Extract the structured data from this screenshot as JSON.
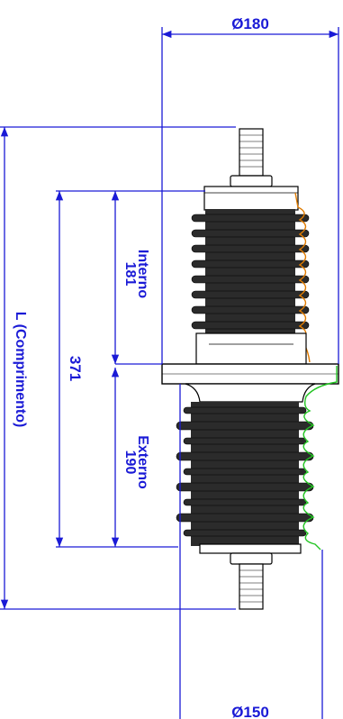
{
  "dimensions": {
    "top_diameter": "Ø180",
    "bottom_diameter": "Ø150",
    "overall_length": "L (Comprimento)",
    "total_span": "371",
    "internal_label": "Interno",
    "internal_value": "181",
    "external_label": "Externo",
    "external_value": "190"
  },
  "colors": {
    "dimension_line": "#1a1ad6",
    "insulator_body": "#2b2b2b",
    "internal_profile": "#e07b00",
    "external_profile": "#22c422",
    "outline": "#000000"
  }
}
